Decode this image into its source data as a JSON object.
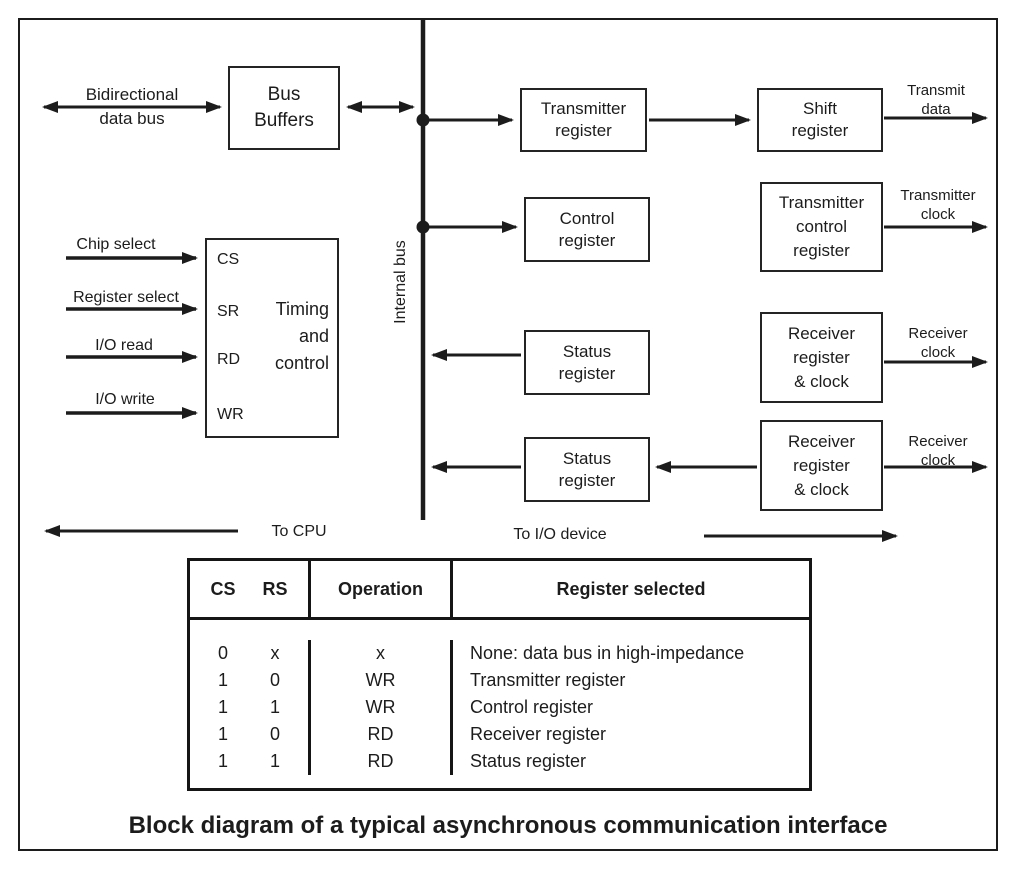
{
  "bus": {
    "label": "Internal bus"
  },
  "left": {
    "bidirectional": {
      "line1": "Bidirectional",
      "line2": "data bus"
    },
    "bus_buffers": {
      "line1": "Bus",
      "line2": "Buffers"
    },
    "inputs": [
      {
        "label": "Chip select",
        "pin": "CS"
      },
      {
        "label": "Register select",
        "pin": "SR"
      },
      {
        "label": "I/O read",
        "pin": "RD"
      },
      {
        "label": "I/O write",
        "pin": "WR"
      }
    ],
    "timing_control": {
      "line1": "Timing",
      "line2": "and",
      "line3": "control"
    },
    "to_cpu": "To CPU"
  },
  "right": {
    "transmitter_register": {
      "line1": "Transmitter",
      "line2": "register"
    },
    "shift_register": {
      "line1": "Shift",
      "line2": "register"
    },
    "transmit_data": {
      "line1": "Transmit",
      "line2": "data"
    },
    "control_register": {
      "line1": "Control",
      "line2": "register"
    },
    "transmitter_control_register": {
      "line1": "Transmitter",
      "line2": "control",
      "line3": "register"
    },
    "transmitter_clock": {
      "line1": "Transmitter",
      "line2": "clock"
    },
    "status_register_1": {
      "line1": "Status",
      "line2": "register"
    },
    "receiver_register_clock_1": {
      "line1": "Receiver",
      "line2": "register",
      "line3": "& clock"
    },
    "receiver_clock_1": {
      "line1": "Receiver",
      "line2": "clock"
    },
    "status_register_2": {
      "line1": "Status",
      "line2": "register"
    },
    "receiver_register_clock_2": {
      "line1": "Receiver",
      "line2": "register",
      "line3": "& clock"
    },
    "receiver_clock_2": {
      "line1": "Receiver",
      "line2": "clock"
    },
    "to_io_device": "To I/O device"
  },
  "table": {
    "headers": {
      "cs": "CS",
      "rs": "RS",
      "operation": "Operation",
      "register_selected": "Register selected"
    },
    "rows": [
      {
        "cs": "0",
        "rs": "x",
        "op": "x",
        "reg": "None: data bus in high-impedance"
      },
      {
        "cs": "1",
        "rs": "0",
        "op": "WR",
        "reg": "Transmitter register"
      },
      {
        "cs": "1",
        "rs": "1",
        "op": "WR",
        "reg": "Control register"
      },
      {
        "cs": "1",
        "rs": "0",
        "op": "RD",
        "reg": "Receiver register"
      },
      {
        "cs": "1",
        "rs": "1",
        "op": "RD",
        "reg": "Status register"
      }
    ]
  },
  "caption": "Block diagram of a typical asynchronous communication interface",
  "colors": {
    "ink": "#1c1c1c",
    "background": "#ffffff"
  }
}
